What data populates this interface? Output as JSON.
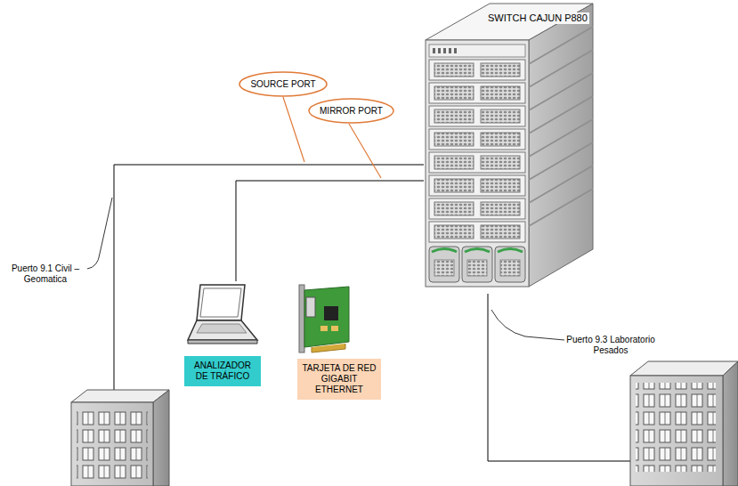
{
  "diagram": {
    "nodes": [
      {
        "text": [
          "SWITCH CAJUN P880"
        ]
      },
      {
        "text": [
          "SOURCE PORT"
        ]
      },
      {
        "text": [
          "MIRROR PORT"
        ]
      },
      {
        "text": [
          "ANALIZADOR DE TRÁFICO"
        ]
      },
      {
        "text": [
          "TARJETA DE RED GIGABIT ETHERNET"
        ]
      }
    ],
    "edges": [
      {
        "from": 0,
        "to": 3,
        "arrow": "none"
      }
    ],
    "labels": [
      "Puerto 9.1 Civil – Geomatica",
      "Puerto 9.3 Laboratorio Pesados"
    ]
  }
}
